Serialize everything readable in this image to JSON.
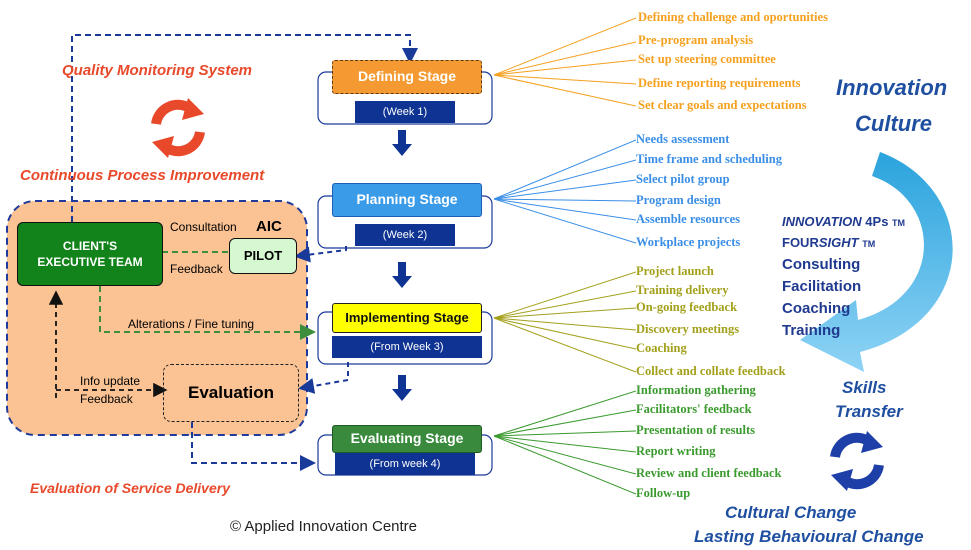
{
  "labels": {
    "quality_monitoring": "Quality Monitoring System",
    "continuous_improvement": "Continuous Process Improvement",
    "evaluation_service": "Evaluation of Service Delivery",
    "copyright": "© Applied Innovation Centre"
  },
  "left_box": {
    "client_team": "CLIENT'S EXECUTIVE TEAM",
    "consultation": "Consultation",
    "aic": "AIC",
    "pilot": "PILOT",
    "feedback": "Feedback",
    "alterations": "Alterations / Fine tuning",
    "info_update": "Info update",
    "feedback2": "Feedback",
    "evaluation": "Evaluation"
  },
  "stages": [
    {
      "name": "Defining Stage",
      "week": "(Week 1)",
      "color": "#f59a32"
    },
    {
      "name": "Planning Stage",
      "week": "(Week 2)",
      "color": "#3a9be8"
    },
    {
      "name": "Implementing Stage",
      "week": "(From Week 3)",
      "color": "#ffff00"
    },
    {
      "name": "Evaluating Stage",
      "week": "(From week 4)",
      "color": "#3a8a3e"
    }
  ],
  "tasks": {
    "defining": [
      "Defining challenge and oportunities",
      "Pre-program analysis",
      "Set up steering committee",
      "Define reporting requirements",
      "Set clear goals and expectations"
    ],
    "planning": [
      "Needs assessment",
      "Time frame and scheduling",
      "Select pilot group",
      "Program design",
      "Assemble resources",
      "Workplace projects"
    ],
    "implementing": [
      "Project launch",
      "Training delivery",
      "On-going feedback",
      "Discovery meetings",
      "Coaching",
      "Collect and collate feedback"
    ],
    "evaluating": [
      "Information gathering",
      "Facilitators' feedback",
      "Presentation of results",
      "Report writing",
      "Review and client feedback",
      "Follow-up"
    ]
  },
  "right": {
    "innovation": "Innovation",
    "culture": "Culture",
    "innovation_4ps_a": "INNOVATION",
    "innovation_4ps_b": " 4Ps ",
    "tm1": "TM",
    "foursight_a": "FOUR",
    "foursight_b": "SIGHT",
    "tm2": "TM",
    "services": [
      "Consulting",
      "Facilitation",
      "Coaching",
      "Training"
    ],
    "skills": "Skills",
    "transfer": "Transfer",
    "cultural_change": "Cultural Change",
    "lasting_change": "Lasting Behavioural Change"
  },
  "colors": {
    "orange_task": "#f5a01e",
    "blue_task": "#3a8ee6",
    "olive_task": "#a3a01b",
    "green_task": "#3a9a2e",
    "navy": "#0e3392",
    "red_label": "#e8492b",
    "peach_box": "#fbc394"
  }
}
